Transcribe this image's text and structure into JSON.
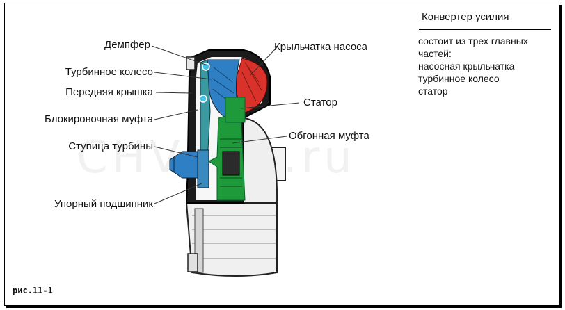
{
  "diagram": {
    "title": "Конвертер усилия",
    "description_lines": [
      "состоит из трех главных",
      "частей:",
      "насосная крыльчатка",
      "турбинное колесо",
      "статор"
    ],
    "caption": "рис.11-1",
    "watermark": "CHV lab.ru",
    "left_labels": {
      "damper": "Демпфер",
      "turbine": "Турбинное колесо",
      "front_cover": "Передняя крышка",
      "lockup_clutch": "Блокировочная муфта",
      "turbine_hub": "Ступица турбины",
      "thrust_bearing": "Упорный подшипник"
    },
    "right_labels": {
      "pump_impeller": "Крыльчатка насоса",
      "stator": "Статор",
      "overrunning_clutch": "Обгонная муфта"
    },
    "colors": {
      "turbine": "#2f7fc4",
      "pump": "#d8322a",
      "stator": "#1f9a3a",
      "housing_dark": "#1a1a1a",
      "housing_light": "#f2f2f2"
    }
  }
}
